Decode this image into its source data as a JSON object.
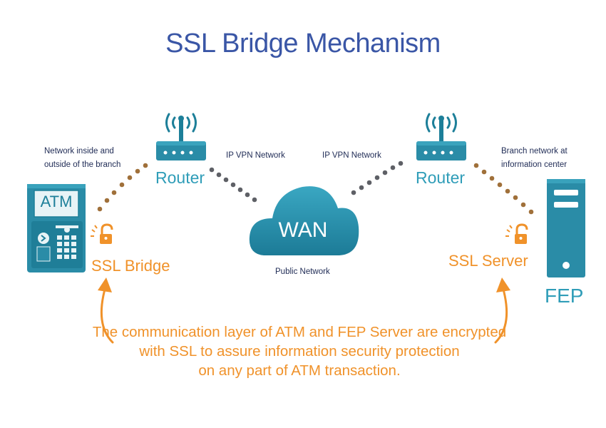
{
  "title": "SSL Bridge Mechanism",
  "labels": {
    "left_network": [
      "Network inside and",
      "outside of the branch"
    ],
    "right_network": [
      "Branch network at",
      "information center"
    ],
    "ipvpn_left": "IP VPN Network",
    "ipvpn_right": "IP VPN Network",
    "public_network": "Public Network",
    "router_left": "Router",
    "router_right": "Router",
    "wan": "WAN",
    "atm": "ATM",
    "ssl_bridge": "SSL Bridge",
    "ssl_server": "SSL Server",
    "fep": "FEP"
  },
  "footnote": [
    "The communication layer of ATM and FEP Server are encrypted",
    "with SSL to assure information security protection",
    "on any part of ATM transaction."
  ],
  "colors": {
    "title": "#3a56a6",
    "teal": "#2f9db8",
    "teal_dark": "#1d7f99",
    "orange": "#f0922a",
    "dot_brown": "#a0703a",
    "dot_gray": "#5e6066"
  },
  "icons": [
    "router-icon",
    "wan-cloud-icon",
    "atm-icon",
    "server-icon",
    "padlock-icon",
    "curved-arrow-icon"
  ]
}
